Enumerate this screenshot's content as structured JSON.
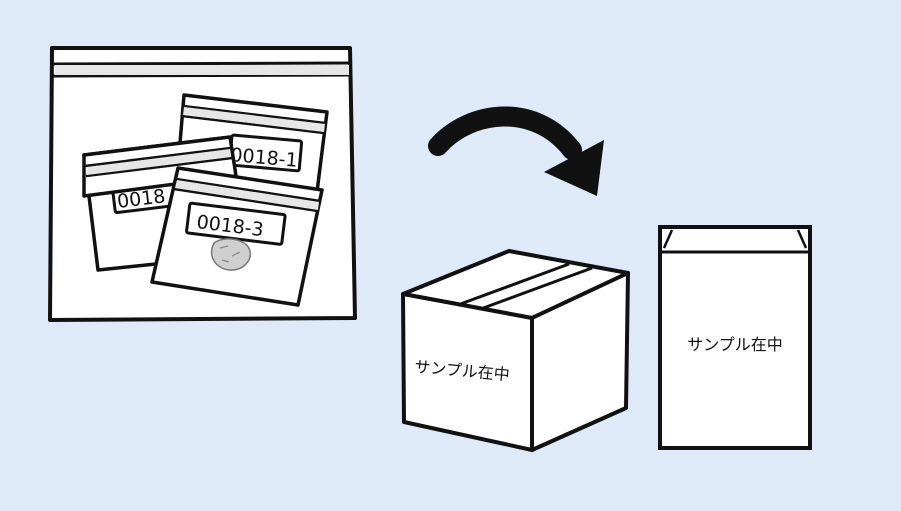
{
  "scene": {
    "background": "#deeaf8",
    "outer_bag": {
      "inner_bags": [
        {
          "label": "0018"
        },
        {
          "label": "0018-1"
        },
        {
          "label": "0018-3"
        }
      ]
    },
    "arrow": {
      "icon": "curved-arrow-right-down"
    },
    "box": {
      "label": "サンプル在中"
    },
    "envelope": {
      "label": "サンプル在中"
    }
  }
}
